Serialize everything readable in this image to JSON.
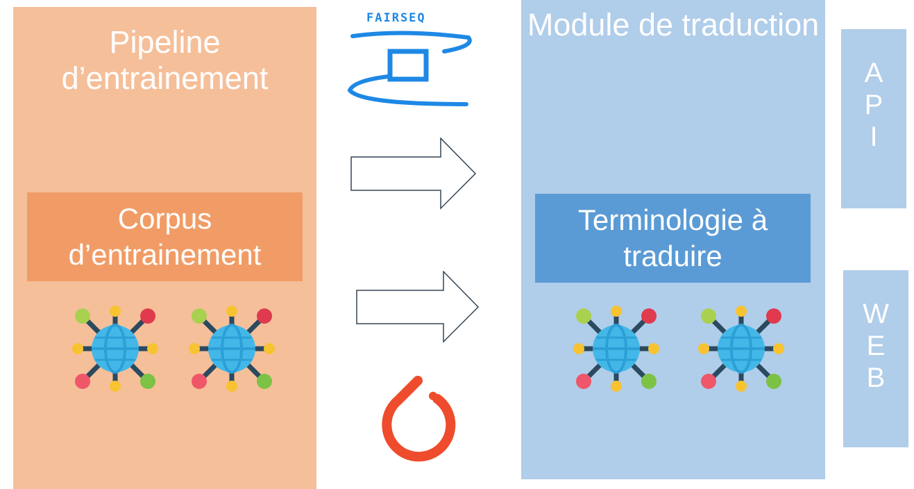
{
  "left_panel": {
    "title": "Pipeline d’entrainement",
    "inner_box": "Corpus d’entrainement",
    "color": "#f5bf9a",
    "inner_color": "#f19c66"
  },
  "right_panel": {
    "title": "Module de traduction",
    "inner_box": "Terminologie à traduire",
    "color": "#b0cde9",
    "inner_color": "#5b9bd5"
  },
  "middle": {
    "fairseq_label": "FAIRSEQ",
    "top_logo_icon": "fairseq-logo-icon",
    "bottom_logo_icon": "pytorch-logo-icon",
    "arrow_icon": "right-arrow-icon"
  },
  "side": {
    "api_letters": [
      "A",
      "P",
      "I"
    ],
    "web_letters": [
      "W",
      "E",
      "B"
    ]
  },
  "network_icon": "network-globe-icon"
}
